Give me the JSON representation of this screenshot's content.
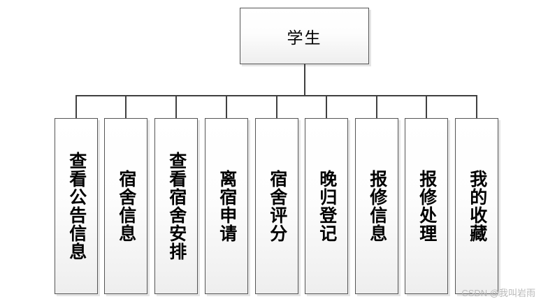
{
  "diagram": {
    "type": "org-chart",
    "title": "学生",
    "root": {
      "label": "学生"
    },
    "children": [
      {
        "label": "查看公告信息"
      },
      {
        "label": "宿舍信息"
      },
      {
        "label": "查看宿舍安排"
      },
      {
        "label": "离宿申请"
      },
      {
        "label": "宿舍评分"
      },
      {
        "label": "晚归登记"
      },
      {
        "label": "报修信息"
      },
      {
        "label": "报修处理"
      },
      {
        "label": "我的收藏"
      }
    ]
  },
  "watermark": {
    "text": "CSDN @我叫岩雨"
  },
  "colors": {
    "node_border": "#555555",
    "node_fill_top": "#ffffff",
    "node_fill_bottom": "#eeeeee",
    "connector": "#404040",
    "background": "#ffffff",
    "watermark": "#b9b9b9"
  }
}
